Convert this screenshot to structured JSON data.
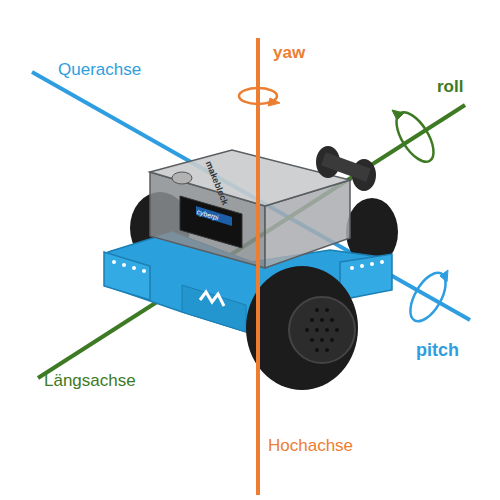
{
  "diagram": {
    "labels": [
      "Querachse",
      "yaw",
      "roll",
      "pitch",
      "Längsachse",
      "Hochachse",
      "makeblock",
      "cyberpi"
    ]
  }
}
